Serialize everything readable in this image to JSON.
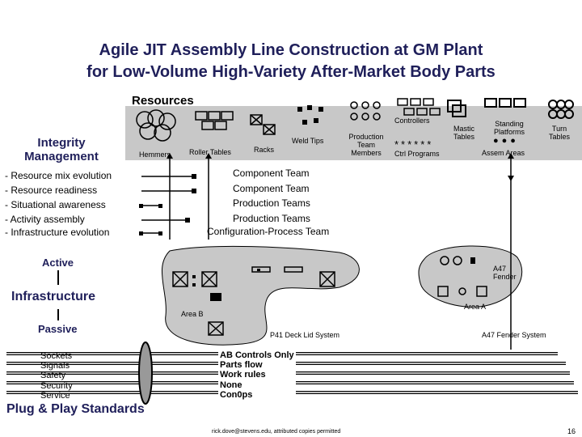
{
  "title": {
    "line1": "Agile JIT Assembly Line Construction at GM Plant",
    "line2": "for Low-Volume High-Variety After-Market Body Parts"
  },
  "resources": {
    "heading": "Resources",
    "items": {
      "hemmers": "Hemmers",
      "roller_tables": "Roller Tables",
      "racks": "Racks",
      "weld_tips": "Weld Tips",
      "production_team_members": [
        "Production",
        "Team",
        "Members"
      ],
      "controllers": "Controllers",
      "ctrl_programs": "Ctrl Programs",
      "mastic_tables": [
        "Mastic",
        "Tables"
      ],
      "standing_platforms": [
        "Standing",
        "Platforms"
      ],
      "assem_areas": "Assem Areas",
      "turn_tables": [
        "Turn",
        "Tables"
      ]
    },
    "asterisks": "******",
    "dots": "●●●"
  },
  "integrity": {
    "heading": [
      "Integrity",
      "Management"
    ],
    "items": [
      "Resource mix evolution",
      "Resource readiness",
      "Situational awareness",
      "Activity assembly",
      "Infrastructure evolution"
    ]
  },
  "teams": [
    "Component Team",
    "Component Team",
    "Production Teams",
    "Production Teams",
    "Configuration-Process Team"
  ],
  "infrastructure": {
    "active": "Active",
    "heading": "Infrastructure",
    "passive": "Passive",
    "area_b": "Area B",
    "area_a": "Area A",
    "a47_fender": [
      "A47",
      "Fender"
    ],
    "p41_system": "P41 Deck Lid System",
    "a47_system": "A47 Fender System"
  },
  "passive_items": [
    "Sockets",
    "Signals",
    "Safety",
    "Security",
    "Service"
  ],
  "rules": [
    "AB Controls Only",
    "Parts flow",
    "Work rules",
    "None",
    "Con0ps"
  ],
  "standards": "Plug & Play Standards",
  "footer": "rick.dove@stevens.edu, attributed copies permitted",
  "page_number": "16"
}
